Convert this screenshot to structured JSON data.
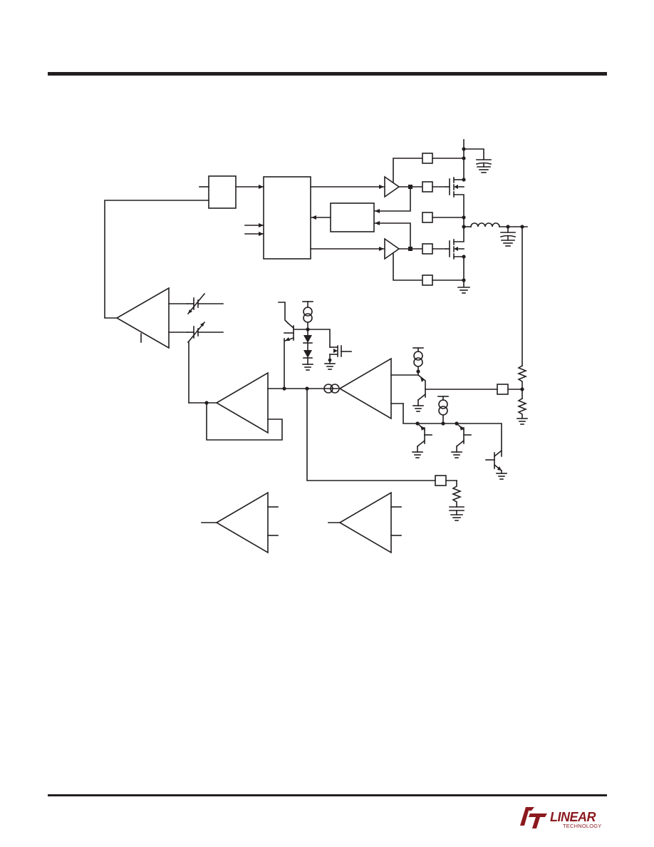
{
  "document": {
    "header_rule": true,
    "footer_rule": true
  },
  "diagram": {
    "kind": "block-diagram",
    "blocks": [
      "oscillator-box",
      "control-logic-box",
      "shoot-through-box",
      "top-gate-driver",
      "bottom-gate-driver",
      "pwm-comparator",
      "error-amplifier",
      "transconductance-amplifier",
      "spare-amplifier-left",
      "spare-amplifier-right",
      "top-mosfet",
      "bottom-mosfet",
      "inductor",
      "output-capacitor",
      "feedback-divider"
    ]
  },
  "brand": {
    "name": "LINEAR",
    "tagline": "TECHNOLOGY",
    "color": "#8b1a1f"
  },
  "colors": {
    "ink": "#231f20",
    "background": "#ffffff"
  }
}
